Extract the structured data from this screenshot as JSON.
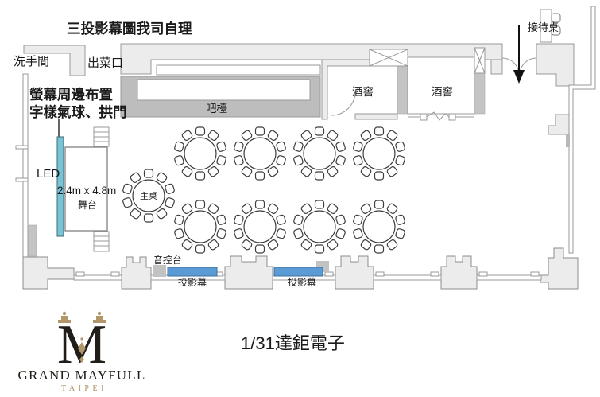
{
  "diagram": {
    "title_note": "三投影幕圖我司自理",
    "caption": "1/31達鉅電子",
    "labels": {
      "restroom": "洗手間",
      "food_exit": "出菜口",
      "bar": "吧檯",
      "wine_cellars": [
        "酒窖",
        "酒窖"
      ],
      "reception_desk": "接待桌",
      "decor_note_line1": "螢幕周邊布置",
      "decor_note_line2": "字樣氣球、拱門",
      "led": "LED",
      "stage_size": "2.4m x 4.8m",
      "stage": "舞台",
      "main_table": "主桌",
      "sound_console": "音控台",
      "projector_screens": [
        "投影幕",
        "投影幕"
      ]
    },
    "tables": {
      "guest_tables": 8,
      "seats_per_table": 10,
      "rows": 2,
      "per_row": 4
    },
    "colors": {
      "led": "#7ac3d4",
      "screen": "#5b9bd5",
      "wall_fill": "#ececec",
      "wall_stroke": "#999999",
      "dark_fill": "#c4c4c4"
    }
  },
  "logo": {
    "monogram": "M",
    "brand": "GRAND MAYFULL",
    "city": "TAIPEI",
    "gold": "#b2976a",
    "black": "#211d18"
  }
}
